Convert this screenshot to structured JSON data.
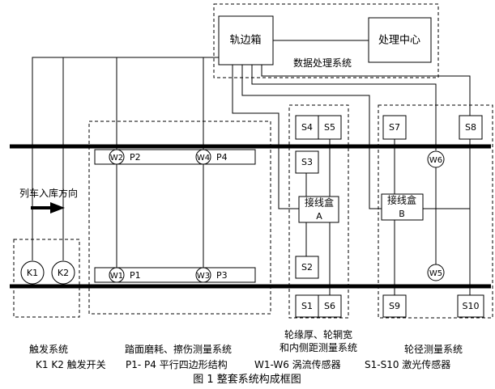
{
  "nodes": {
    "trackside_box": "轨边箱",
    "processing_center": "处理中心",
    "junction_a": "接线盒",
    "junction_a_id": "A",
    "junction_b": "接线盒",
    "junction_b_id": "B",
    "k1": "K1",
    "k2": "K2",
    "w1": "W1",
    "w2": "W2",
    "w3": "W3",
    "w4": "W4",
    "w5": "W5",
    "w6": "W6",
    "p1": "P1",
    "p2": "P2",
    "p3": "P3",
    "p4": "P4",
    "s1": "S1",
    "s2": "S2",
    "s3": "S3",
    "s4": "S4",
    "s5": "S5",
    "s6": "S6",
    "s7": "S7",
    "s8": "S8",
    "s9": "S9",
    "s10": "S10"
  },
  "labels": {
    "data_processing_system": "数据处理系统",
    "train_direction": "列车入库方向",
    "trigger_system": "触发系统",
    "tread_system": "踏面磨耗、擦伤测量系统",
    "flange_system_line1": "轮缘厚、轮辋宽",
    "flange_system_line2": "和内侧距测量系统",
    "diameter_system": "轮径测量系统"
  },
  "legend": {
    "k": "K1 K2 触发开关",
    "p": "P1- P4 平行四边形结构",
    "w": "W1-W6 涡流传感器",
    "s": "S1-S10 激光传感器"
  },
  "caption": "图 1 整套系统构成框图"
}
